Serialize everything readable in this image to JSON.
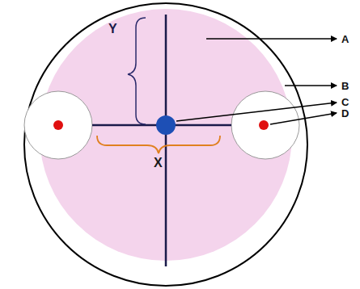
{
  "diagram": {
    "labels": [
      "Y",
      "X",
      "A",
      "B",
      "C",
      "D"
    ]
  }
}
